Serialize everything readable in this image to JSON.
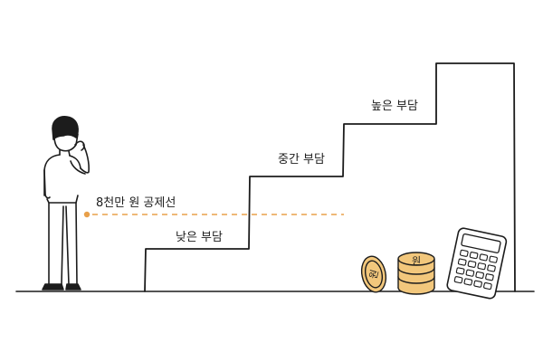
{
  "labels": {
    "deduction_line": "8천만 원 공제선",
    "step_low": "낮은 부담",
    "step_mid": "중간 부담",
    "step_high": "높은 부담"
  },
  "coin_text": "원",
  "colors": {
    "ink": "#1c1c1c",
    "coin_fill": "#f2c77c",
    "dashed_line": "#e8a04a",
    "background": "#ffffff"
  },
  "icons": {
    "person": "thinking-person",
    "coins": "coin",
    "calculator": "calculator"
  }
}
